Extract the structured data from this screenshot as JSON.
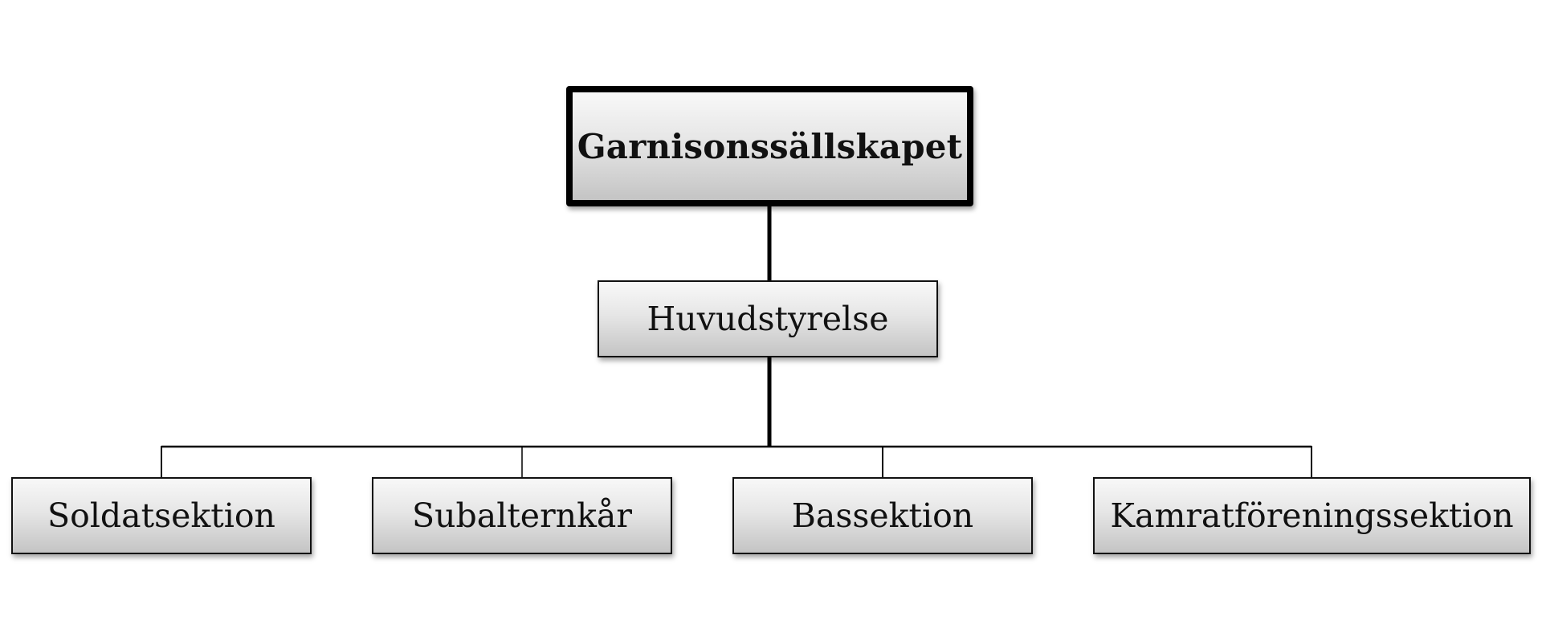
{
  "diagram": {
    "root": {
      "label": "Garnisonssällskapet"
    },
    "board": {
      "label": "Huvudstyrelse"
    },
    "sections": [
      {
        "label": "Soldatsektion"
      },
      {
        "label": "Subalternkår"
      },
      {
        "label": "Bassektion"
      },
      {
        "label": "Kamratföreningssektion"
      }
    ]
  },
  "colors": {
    "line": "#000000",
    "box_border": "#111111",
    "box_gradient_top": "#f8f8f8",
    "box_gradient_bottom": "#c4c4c4",
    "background": "#ffffff"
  }
}
